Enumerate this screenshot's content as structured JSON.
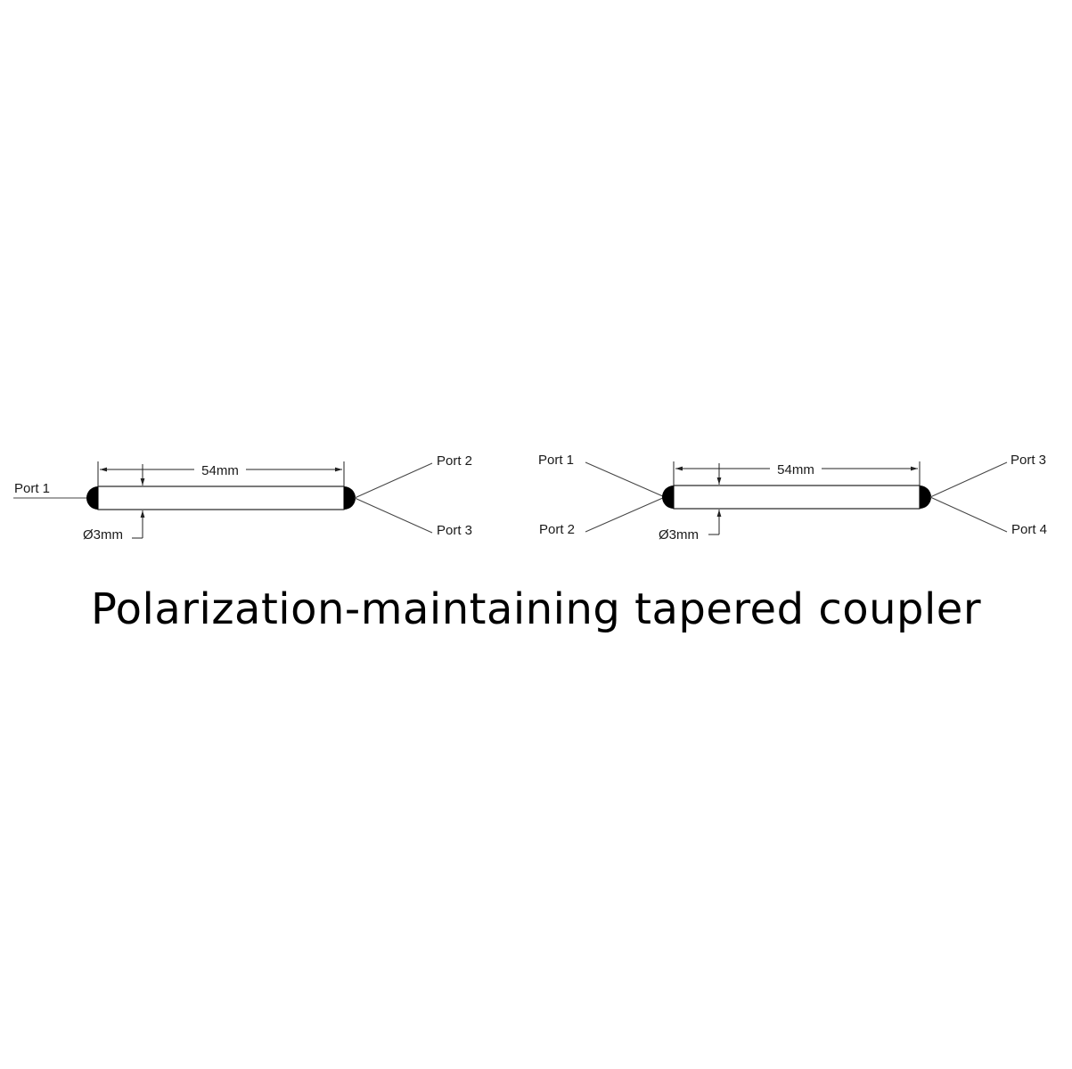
{
  "couplers": [
    {
      "type": "1x2",
      "left_ports": [
        "Port 1"
      ],
      "right_ports": [
        "Port 2",
        "Port 3"
      ],
      "length": "54mm",
      "diameter": "Ø3mm"
    },
    {
      "type": "2x2",
      "left_ports": [
        "Port 1",
        "Port 2"
      ],
      "right_ports": [
        "Port 3",
        "Port 4"
      ],
      "length": "54mm",
      "diameter": "Ø3mm"
    }
  ],
  "caption": "Polarization-maintaining tapered coupler"
}
